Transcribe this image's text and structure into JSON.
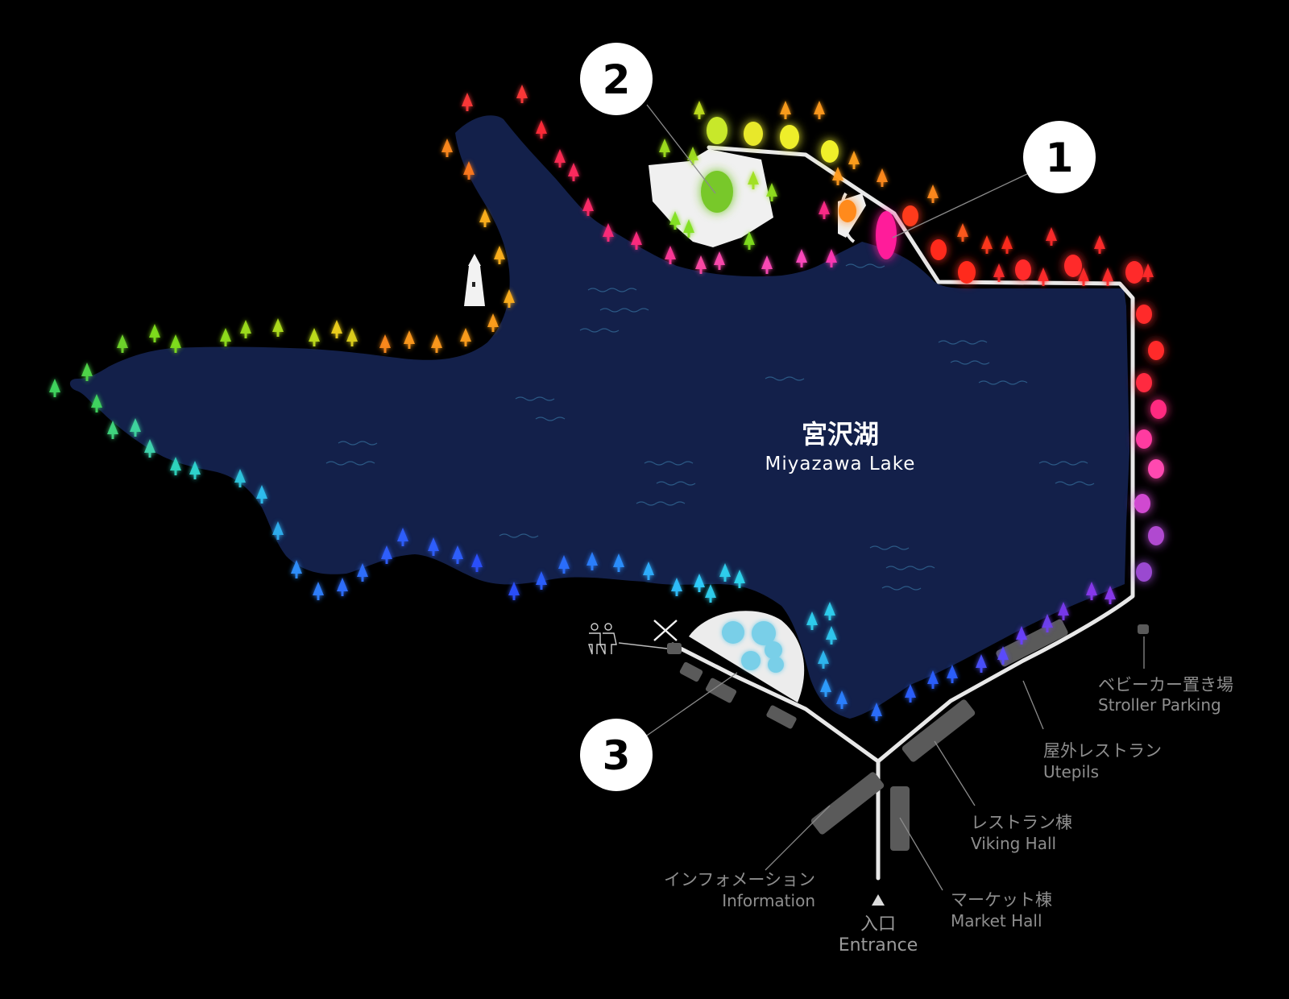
{
  "lake": {
    "name_jp": "宮沢湖",
    "name_en": "Miyazawa Lake"
  },
  "markers": [
    {
      "number": "1"
    },
    {
      "number": "2"
    },
    {
      "number": "3"
    }
  ],
  "facilities": {
    "stroller": {
      "jp": "ベビーカー置き場",
      "en": "Stroller Parking"
    },
    "utepils": {
      "jp": "屋外レストラン",
      "en": "Utepils"
    },
    "viking": {
      "jp": "レストラン棟",
      "en": "Viking Hall"
    },
    "info": {
      "jp": "インフォメーション",
      "en": "Information"
    },
    "market": {
      "jp": "マーケット棟",
      "en": "Market Hall"
    },
    "entrance": {
      "jp": "入口",
      "en": "Entrance"
    }
  },
  "icons": [
    "toilet-icon",
    "lighthouse-icon",
    "entrance-arrow-icon",
    "close-x-icon",
    "tree-icon",
    "lantern-icon"
  ],
  "colors": {
    "background": "#000000",
    "lake": "#13204a",
    "path": "#e8e8e8",
    "building": "#5a5a5a",
    "label": "#8e8e8e"
  }
}
